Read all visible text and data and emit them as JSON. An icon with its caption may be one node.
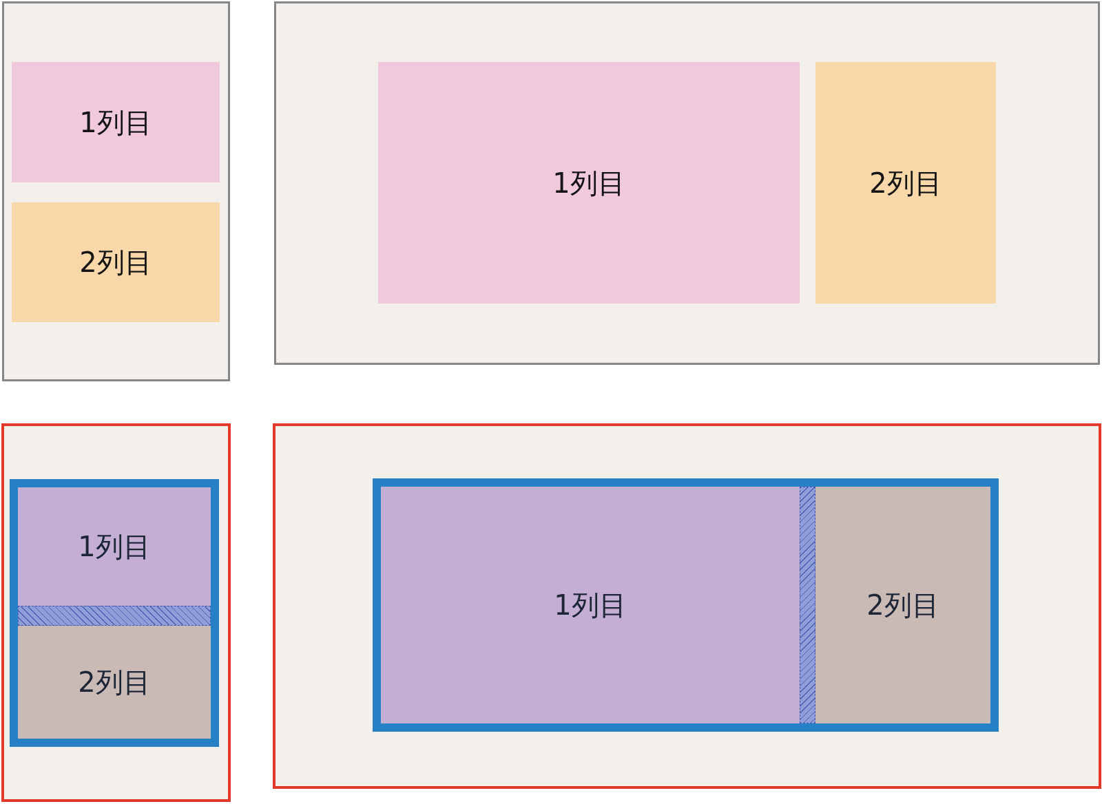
{
  "diagram": {
    "nodes": [
      {
        "text": [],
        "shape": "box"
      },
      {
        "text": [
          "1列目"
        ],
        "in": 0
      },
      {
        "text": [
          "2列目"
        ],
        "in": 0
      },
      {
        "text": [],
        "shape": "box"
      },
      {
        "text": [
          "1列目"
        ],
        "in": 3
      },
      {
        "text": [
          "2列目"
        ],
        "in": 3
      },
      {
        "text": [],
        "shape": "box"
      },
      {
        "text": [],
        "shape": "box",
        "in": 6
      },
      {
        "text": [
          "1列目"
        ],
        "in": 7
      },
      {
        "text": [],
        "shape": "bar",
        "in": 7
      },
      {
        "text": [
          "2列目"
        ],
        "in": 7
      },
      {
        "text": [],
        "shape": "box"
      },
      {
        "text": [],
        "shape": "box",
        "in": 11
      },
      {
        "text": [
          "1列目"
        ],
        "in": 12
      },
      {
        "text": [],
        "shape": "bar",
        "in": 12
      },
      {
        "text": [
          "2列目"
        ],
        "in": 12
      }
    ]
  }
}
